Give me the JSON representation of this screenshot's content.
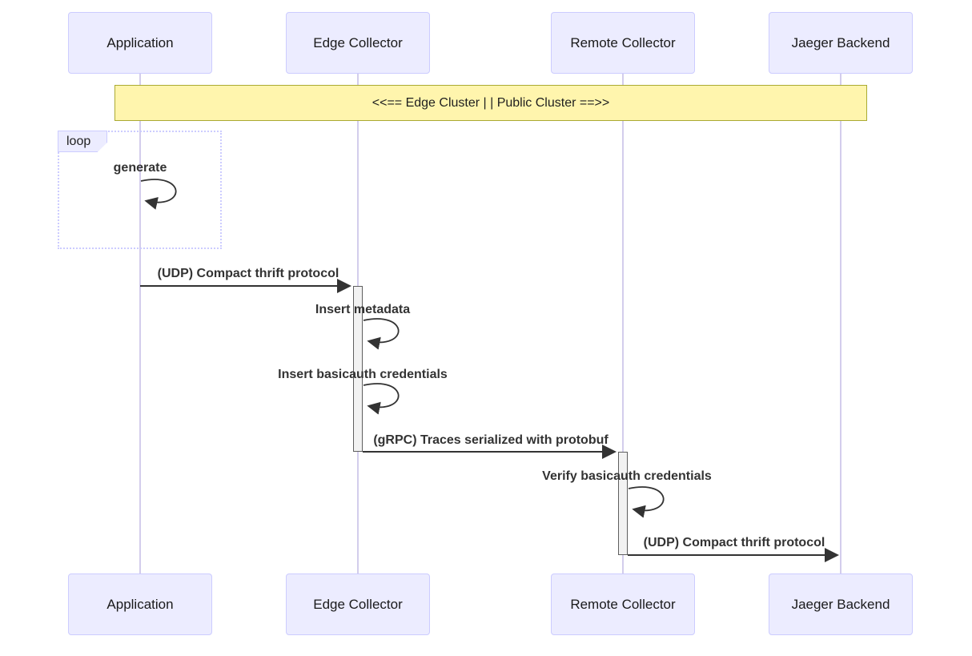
{
  "diagram_type": "sequence-diagram",
  "actors": [
    {
      "label": "Application"
    },
    {
      "label": "Edge Collector"
    },
    {
      "label": "Remote Collector"
    },
    {
      "label": "Jaeger Backend"
    }
  ],
  "note": {
    "label": "<<== Edge Cluster | | Public Cluster ==>>"
  },
  "loop_fragment": {
    "label": "loop"
  },
  "messages": [
    {
      "label": "generate",
      "kind": "self",
      "from": "Application",
      "to": "Application"
    },
    {
      "label": "(UDP) Compact thrift protocol",
      "kind": "arrow",
      "from": "Application",
      "to": "Edge Collector"
    },
    {
      "label": "Insert metadata",
      "kind": "self",
      "from": "Edge Collector",
      "to": "Edge Collector"
    },
    {
      "label": "Insert basicauth credentials",
      "kind": "self",
      "from": "Edge Collector",
      "to": "Edge Collector"
    },
    {
      "label": "(gRPC) Traces serialized with protobuf",
      "kind": "arrow",
      "from": "Edge Collector",
      "to": "Remote Collector"
    },
    {
      "label": "Verify basicauth credentials",
      "kind": "self",
      "from": "Remote Collector",
      "to": "Remote Collector"
    },
    {
      "label": "(UDP) Compact thrift protocol",
      "kind": "arrow",
      "from": "Remote Collector",
      "to": "Jaeger Backend"
    }
  ],
  "colors": {
    "actor_fill": "#ECECFF",
    "actor_border": "#CCCCFF",
    "note_fill": "#FFF5AD",
    "note_border": "#AAAA33",
    "lifeline": "#D3CDEC",
    "activation_fill": "#F2F2F2",
    "activation_border": "#5F5F5F",
    "arrow": "#333333",
    "loop_border": "#CCCCFF",
    "loop_label_fill": "#ECECFF"
  }
}
